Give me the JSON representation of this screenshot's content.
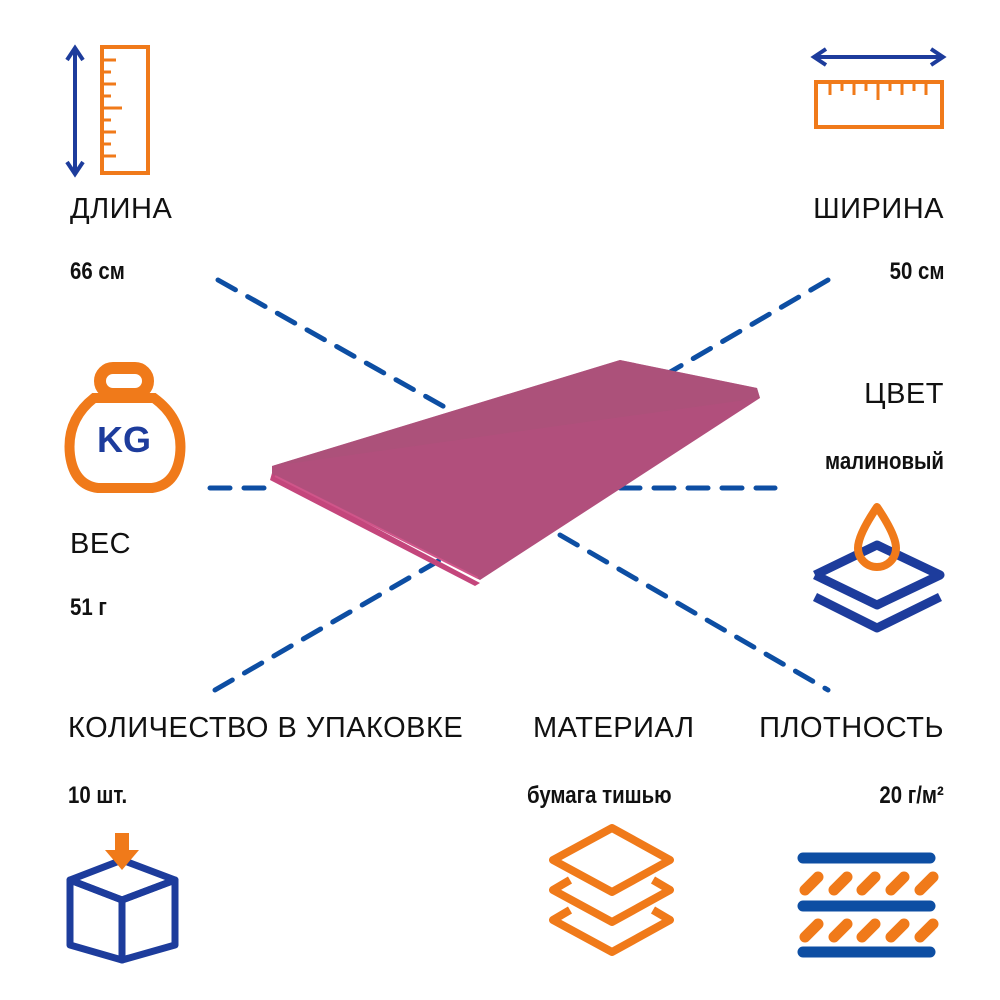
{
  "specs": {
    "length": {
      "label": "ДЛИНА",
      "value": "66 см",
      "icon": "vertical-ruler-icon"
    },
    "width": {
      "label": "ШИРИНА",
      "value": "50 см",
      "icon": "horizontal-ruler-icon"
    },
    "weight": {
      "label": "ВЕС",
      "value": "51 г",
      "icon": "kettlebell-icon",
      "icon_text": "KG"
    },
    "color": {
      "label": "ЦВЕТ",
      "value": "малиновый",
      "icon": "water-drop-layers-icon"
    },
    "quantity": {
      "label": "КОЛИЧЕСТВО В УПАКОВКЕ",
      "value": "10 шт.",
      "icon": "box-icon"
    },
    "material": {
      "label": "МАТЕРИАЛ",
      "value": "бумага тишью",
      "icon": "layers-icon"
    },
    "density": {
      "label": "ПЛОТНОСТЬ",
      "value": "20 г/м²",
      "icon": "density-layers-icon"
    }
  },
  "colors": {
    "blue": "#1d3c9c",
    "orange": "#f07a1a",
    "product": "#b44f7d",
    "dash": "#0d4ea3"
  }
}
